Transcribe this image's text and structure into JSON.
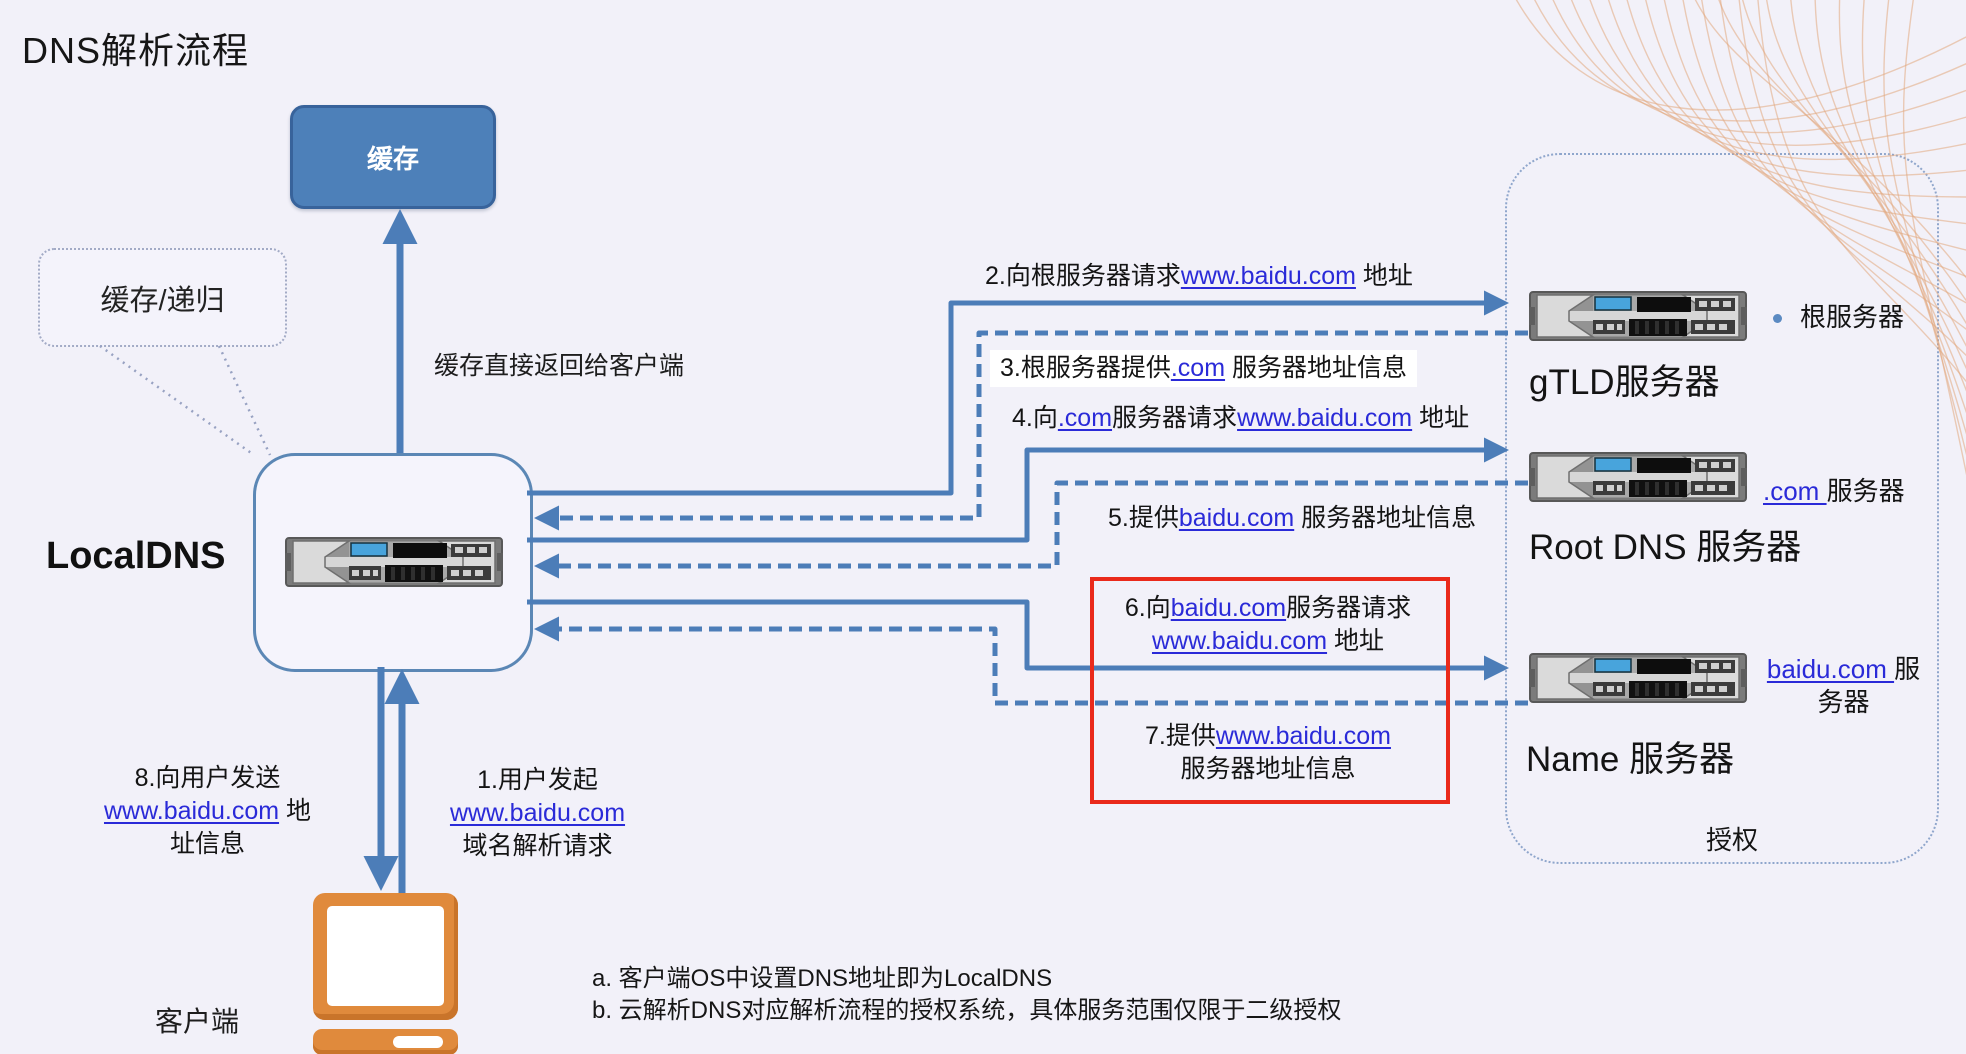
{
  "title": "DNS解析流程",
  "colors": {
    "background": "#f2f1f9",
    "flow_blue": "#4c7db8",
    "link_blue": "#2a2ad8",
    "cache_fill": "#4d80b9",
    "cache_border": "#38639b",
    "red_box": "#ea2a1b",
    "client_orange": "#e08a3c",
    "mesh_orange": "#e2a87d"
  },
  "cache_box": {
    "label": "缓存"
  },
  "bubble": {
    "label": "缓存/递归"
  },
  "cache_note": "缓存直接返回给客户端",
  "localdns": {
    "label": "LocalDNS"
  },
  "client": {
    "label": "客户端"
  },
  "flow": {
    "step1": {
      "lines": [
        [
          {
            "t": "1.用户发起"
          }
        ],
        [
          {
            "t": "www.baidu.com",
            "link": true
          }
        ],
        [
          {
            "t": "域名解析请求"
          }
        ]
      ]
    },
    "step2": {
      "lines": [
        [
          {
            "t": "2.向根服务器请求"
          },
          {
            "t": "www.baidu.com",
            "link": true
          },
          {
            "t": " 地址"
          }
        ]
      ]
    },
    "step3": {
      "lines": [
        [
          {
            "t": "3.根服务器提供"
          },
          {
            "t": ".com",
            "link": true
          },
          {
            "t": " 服务器地址信息"
          }
        ]
      ]
    },
    "step4": {
      "lines": [
        [
          {
            "t": "4.向"
          },
          {
            "t": ".com",
            "link": true
          },
          {
            "t": "服务器请求"
          },
          {
            "t": "www.baidu.com",
            "link": true
          },
          {
            "t": " 地址"
          }
        ]
      ]
    },
    "step5": {
      "lines": [
        [
          {
            "t": "5.提供"
          },
          {
            "t": "baidu.com",
            "link": true
          },
          {
            "t": " 服务器地址信息"
          }
        ]
      ]
    },
    "step6": {
      "lines": [
        [
          {
            "t": "6.向"
          },
          {
            "t": "baidu.com",
            "link": true
          },
          {
            "t": "服务器请求"
          }
        ],
        [
          {
            "t": "www.baidu.com",
            "link": true
          },
          {
            "t": " 地址"
          }
        ]
      ]
    },
    "step7": {
      "lines": [
        [
          {
            "t": "7.提供"
          },
          {
            "t": "www.baidu.com",
            "link": true
          }
        ],
        [
          {
            "t": "服务器地址信息"
          }
        ]
      ]
    },
    "step8": {
      "lines": [
        [
          {
            "t": "8.向用户发送"
          }
        ],
        [
          {
            "t": "www.baidu.com",
            "link": true
          },
          {
            "t": " 地"
          }
        ],
        [
          {
            "t": "址信息"
          }
        ]
      ]
    }
  },
  "right_panel": {
    "root_server_label": "根服务器",
    "gtld_label": "gTLD服务器",
    "com_server_label": [
      {
        "t": ".com ",
        "link": true
      },
      {
        "t": "服务器"
      }
    ],
    "root_dns_label": "Root DNS 服务器",
    "baidu_server_label": {
      "lines": [
        [
          {
            "t": "baidu.com ",
            "link": true
          },
          {
            "t": "服"
          }
        ],
        [
          {
            "t": "务器"
          }
        ]
      ]
    },
    "name_server_label": "Name 服务器",
    "auth_label": "授权"
  },
  "notes": {
    "a": "a. 客户端OS中设置DNS地址即为LocalDNS",
    "b": "b. 云解析DNS对应解析流程的授权系统，具体服务范围仅限于二级授权"
  }
}
